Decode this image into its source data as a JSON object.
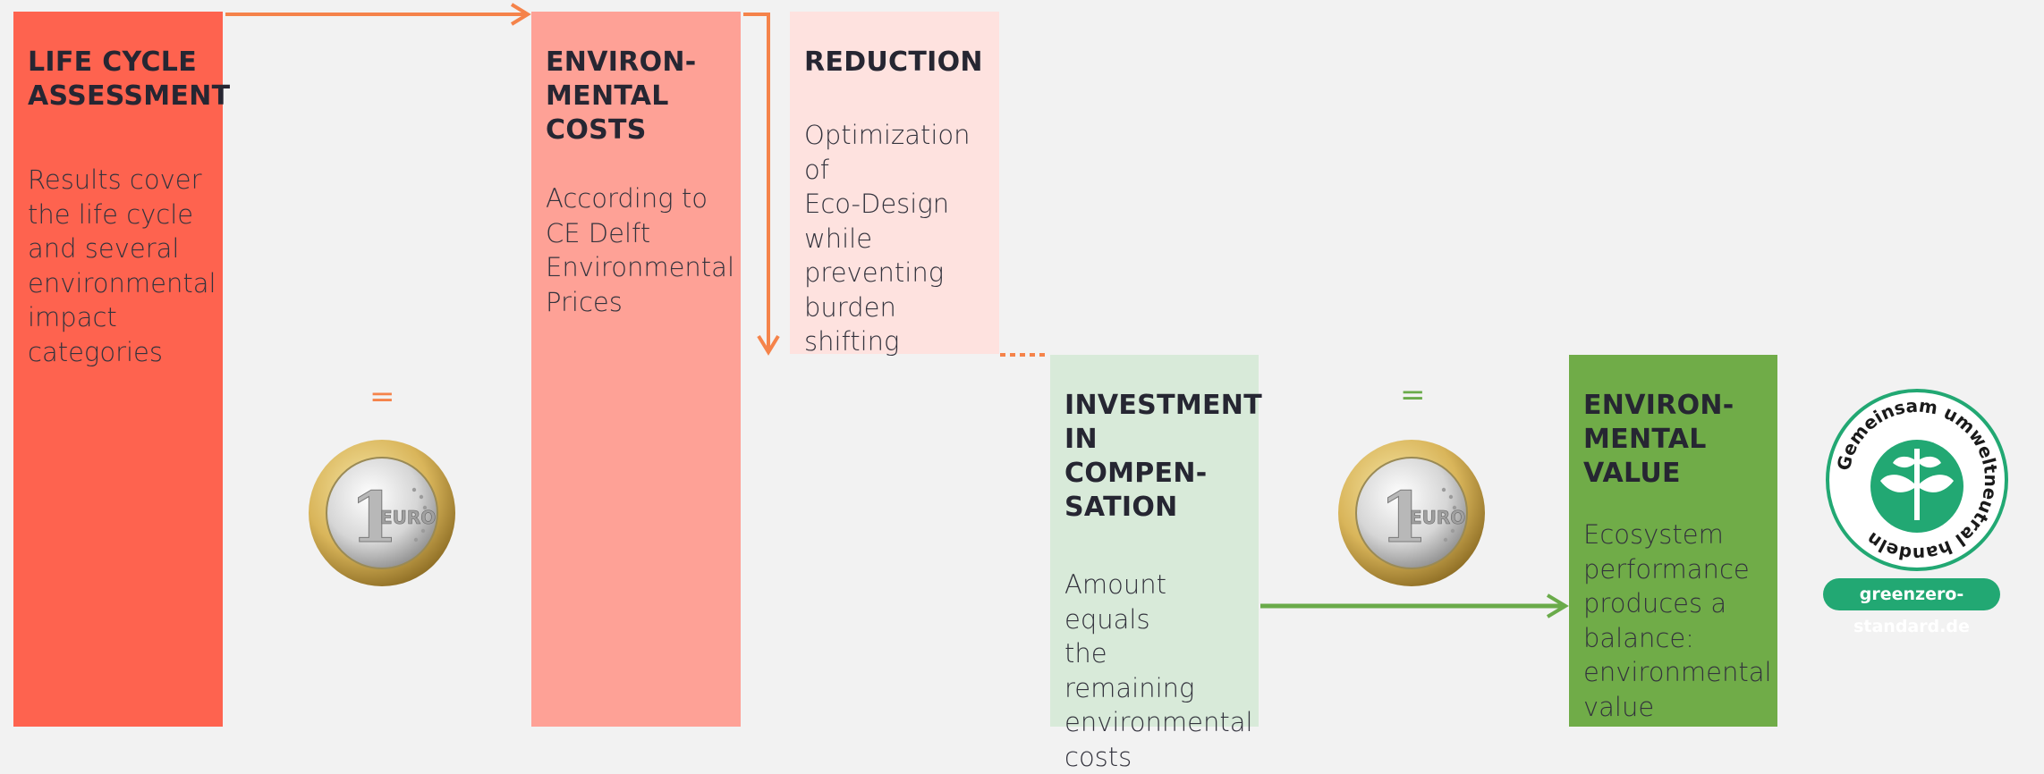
{
  "boxes": {
    "lca": {
      "title": "LIFE CYCLE\nASSESSMENT",
      "body": "Results cover\nthe life cycle\nand several\nenvironmental\nimpact\ncategories"
    },
    "costs": {
      "title": "ENVIRON-\nMENTAL\nCOSTS",
      "body": "According to\nCE Delft\nEnvironmental\nPrices"
    },
    "reduction": {
      "title": "REDUCTION",
      "body": "Optimization of\nEco-Design\nwhile\npreventing\nburden shifting"
    },
    "investment": {
      "title": "INVESTMENT\nIN COMPEN-\nSATION",
      "body": "Amount equals\nthe remaining\nenvironmental\ncosts"
    },
    "value": {
      "title": "ENVIRON-\nMENTAL\nVALUE",
      "body": "Ecosystem\nperformance\nproduces a\nbalance:\nenvironmental\nvalue"
    }
  },
  "equals": {
    "left": "=",
    "right": "="
  },
  "coin": {
    "digit": "1",
    "word": "EURO"
  },
  "logo": {
    "ring_text": "Gemeinsam umweltneutral handeln",
    "url": "greenzero-standard.de"
  },
  "colors": {
    "lca": "#fe634f",
    "costs": "#fea196",
    "reduction": "#fee2df",
    "investment": "#d8ead9",
    "value": "#70ac48",
    "orange_arrow": "#f5834a",
    "green_arrow": "#6aab4a",
    "logo_green": "#22a873"
  },
  "icons": [
    "euro-coin-icon",
    "greenzero-leaf-icon"
  ]
}
